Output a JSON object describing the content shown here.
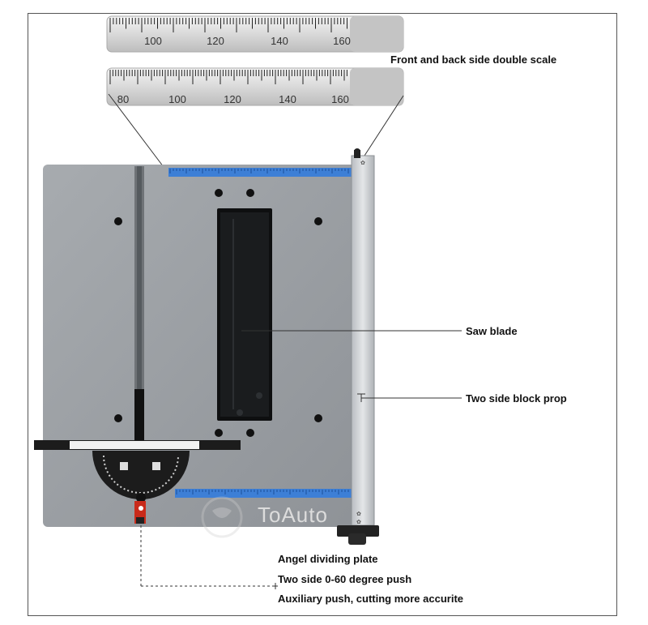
{
  "annotations": {
    "scale": "Front and back side double scale",
    "saw_blade": "Saw blade",
    "block_prop": "Two side block prop",
    "angle_plate": "Angel dividing plate",
    "push": "Two side 0-60 degree push",
    "aux_push": "Auxiliary push, cutting more accurite"
  },
  "ruler_top": {
    "ticks": [
      "100",
      "120",
      "140",
      "160"
    ]
  },
  "ruler_bottom": {
    "ticks": [
      "80",
      "100",
      "120",
      "140",
      "160"
    ]
  },
  "watermark": "ToAuto",
  "colors": {
    "table": "#9a9ea2",
    "blade_slot": "#0e0f10",
    "scale_tape": "#3d7fd6",
    "fence": "#c9ccd0",
    "miter_red": "#c92a1a"
  }
}
